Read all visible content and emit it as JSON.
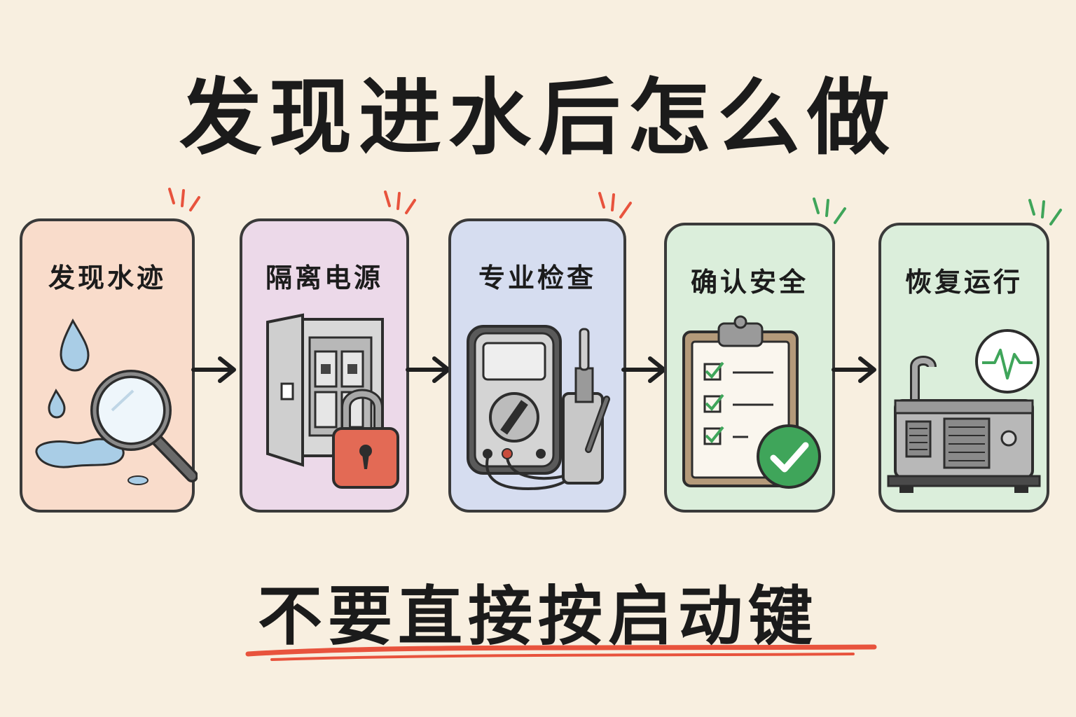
{
  "title": "发现进水后怎么做",
  "steps": [
    {
      "label": "发现水迹",
      "icon": "water-drops-magnifier-icon",
      "color": "#f9dccb",
      "accent": "#e8533d"
    },
    {
      "label": "隔离电源",
      "icon": "breaker-panel-padlock-icon",
      "color": "#ecd9e9",
      "accent": "#e8533d"
    },
    {
      "label": "专业检查",
      "icon": "multimeter-probe-icon",
      "color": "#d6ddf0",
      "accent": "#e8533d"
    },
    {
      "label": "确认安全",
      "icon": "checklist-clipboard-icon",
      "color": "#dbeedb",
      "accent": "#3fa55a"
    },
    {
      "label": "恢复运行",
      "icon": "generator-pulse-icon",
      "color": "#dbeedb",
      "accent": "#3fa55a"
    }
  ],
  "subtitle": "不要直接按启动键",
  "colors": {
    "background": "#f8efe0",
    "warning_marks": "#e8533d",
    "ok_marks": "#3fa55a",
    "underline": "#e8533d"
  }
}
